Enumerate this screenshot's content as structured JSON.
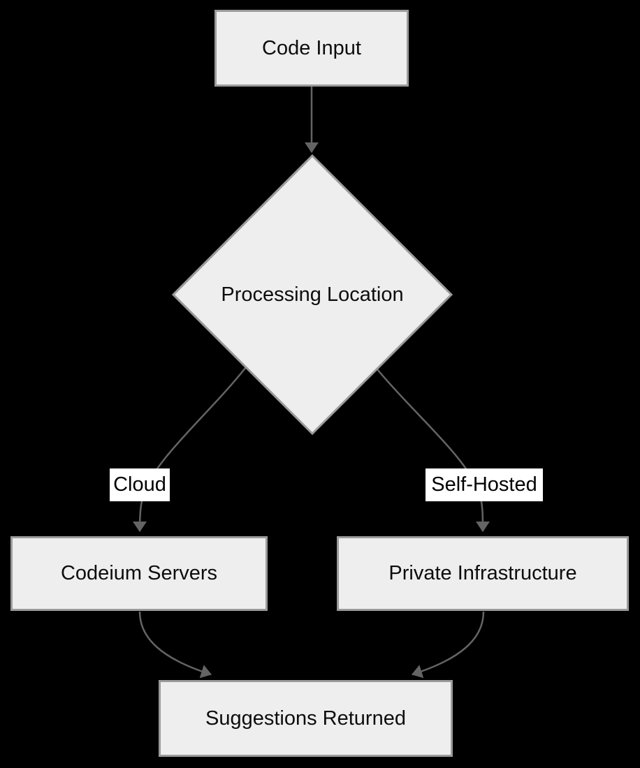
{
  "diagram": {
    "type": "flowchart",
    "background_color": "#000000",
    "node_fill_color": "#eeeeee",
    "node_border_color": "#9b9b9b",
    "edge_color": "#646464",
    "edge_label_background": "#ffffff",
    "text_color": "#0d0d0d",
    "nodes": {
      "code_input": {
        "label": "Code Input",
        "shape": "rectangle"
      },
      "processing_location": {
        "label": "Processing Location",
        "shape": "diamond"
      },
      "codeium_servers": {
        "label": "Codeium Servers",
        "shape": "rectangle"
      },
      "private_infrastructure": {
        "label": "Private Infrastructure",
        "shape": "rectangle"
      },
      "suggestions_returned": {
        "label": "Suggestions Returned",
        "shape": "rectangle"
      }
    },
    "edges": [
      {
        "from": "code_input",
        "to": "processing_location",
        "label": ""
      },
      {
        "from": "processing_location",
        "to": "codeium_servers",
        "label": "Cloud"
      },
      {
        "from": "processing_location",
        "to": "private_infrastructure",
        "label": "Self-Hosted"
      },
      {
        "from": "codeium_servers",
        "to": "suggestions_returned",
        "label": ""
      },
      {
        "from": "private_infrastructure",
        "to": "suggestions_returned",
        "label": ""
      }
    ],
    "edge_labels": {
      "cloud": "Cloud",
      "self_hosted": "Self-Hosted"
    }
  }
}
